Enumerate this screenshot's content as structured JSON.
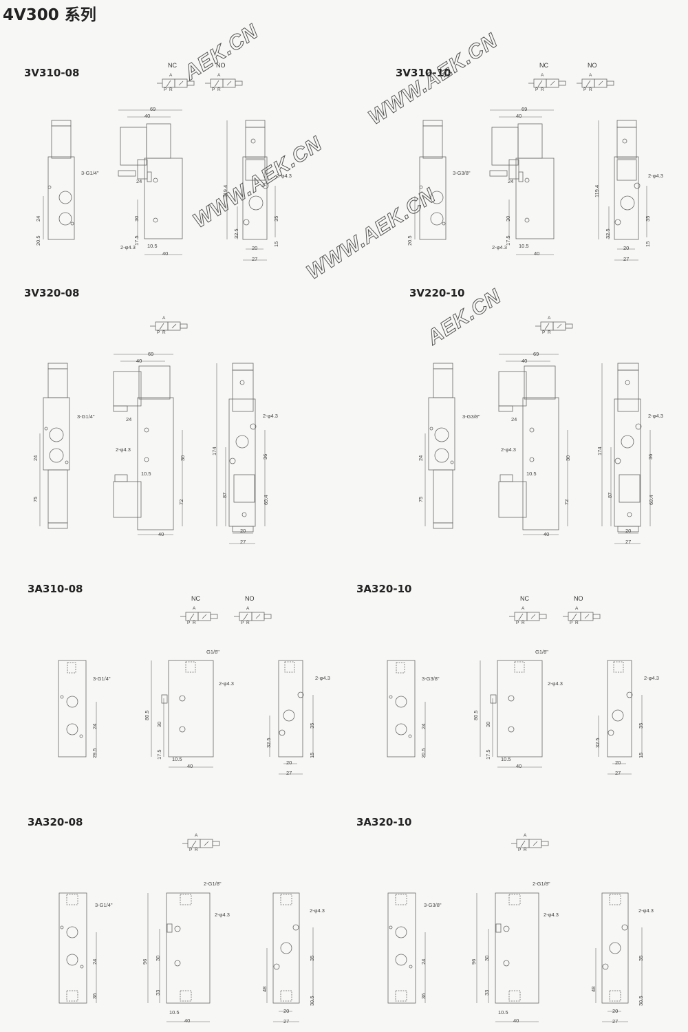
{
  "page": {
    "title": "4V300 系列"
  },
  "symbol_ports": [
    "A",
    "P",
    "R"
  ],
  "watermarks": [
    "AEK.CN",
    "WWW.AEK.CN",
    "WWW.AEK.CN",
    "WWW.AEK.CN",
    "AEK.CN"
  ],
  "sections": [
    {
      "title": "3V310-08",
      "symbols": [
        "NC",
        "NO"
      ],
      "front": [
        "3-G1/4\"",
        "24",
        "20.5"
      ],
      "side": [
        "69",
        "40",
        "24",
        "30",
        "17.5",
        "2-φ4.3",
        "10.5",
        "40"
      ],
      "end": [
        "119.4",
        "2-φ4.3",
        "35",
        "32.5",
        "15",
        "20",
        "27"
      ]
    },
    {
      "title": "3V310-10",
      "symbols": [
        "NC",
        "NO"
      ],
      "front": [
        "3-G3/8\"",
        "",
        "20.5"
      ],
      "side": [
        "69",
        "40",
        "24",
        "30",
        "17.5",
        "2-φ4.3",
        "10.5",
        "40"
      ],
      "end": [
        "119.4",
        "2-φ4.3",
        "35",
        "32.5",
        "15",
        "20",
        "27"
      ]
    },
    {
      "title": "3V320-08",
      "symbols": [
        ""
      ],
      "front": [
        "3-G1/4\"",
        "24",
        "75"
      ],
      "side": [
        "69",
        "40",
        "24",
        "2-φ4.3",
        "30",
        "10.5",
        "72",
        "40"
      ],
      "end": [
        "174",
        "2-φ4.3",
        "36",
        "87",
        "69.4",
        "20",
        "27"
      ]
    },
    {
      "title": "3V220-10",
      "symbols": [
        ""
      ],
      "front": [
        "3-G3/8\"",
        "24",
        "75"
      ],
      "side": [
        "69",
        "40",
        "24",
        "2-φ4.3",
        "30",
        "10.5",
        "72",
        "40"
      ],
      "end": [
        "174",
        "2-φ4.3",
        "36",
        "87",
        "69.4",
        "20",
        "27"
      ]
    },
    {
      "title": "3A310-08",
      "symbols": [
        "NC",
        "NO"
      ],
      "front": [
        "3-G1/4\"",
        "24",
        "29.5"
      ],
      "side": [
        "G1/8\"",
        "2-φ4.3",
        "80.5",
        "30",
        "17.5",
        "10.5",
        "40"
      ],
      "end": [
        "2-φ4.3",
        "35",
        "32.5",
        "15",
        "20",
        "27"
      ]
    },
    {
      "title": "3A320-10",
      "symbols": [
        "NC",
        "NO"
      ],
      "front": [
        "3-G3/8\"",
        "24",
        "20.5"
      ],
      "side": [
        "G1/8\"",
        "2-φ4.3",
        "80.5",
        "30",
        "17.5",
        "10.5",
        "40"
      ],
      "end": [
        "2-φ4.3",
        "35",
        "32.5",
        "15",
        "20",
        "27"
      ]
    },
    {
      "title": "3A320-08",
      "symbols": [
        ""
      ],
      "front": [
        "3-G1/4\"",
        "24",
        "36"
      ],
      "side": [
        "2-G1/8\"",
        "2-φ4.3",
        "96",
        "30",
        "33",
        "10.5",
        "40"
      ],
      "end": [
        "2-φ4.3",
        "35",
        "48",
        "30.5",
        "20",
        "27"
      ]
    },
    {
      "title": "3A320-10",
      "symbols": [
        ""
      ],
      "front": [
        "3-G3/8\"",
        "24",
        "36"
      ],
      "side": [
        "2-G1/8\"",
        "2-φ4.3",
        "96",
        "30",
        "33",
        "10.5",
        "40"
      ],
      "end": [
        "2-φ4.3",
        "35",
        "48",
        "30.5",
        "20",
        "27"
      ]
    }
  ]
}
